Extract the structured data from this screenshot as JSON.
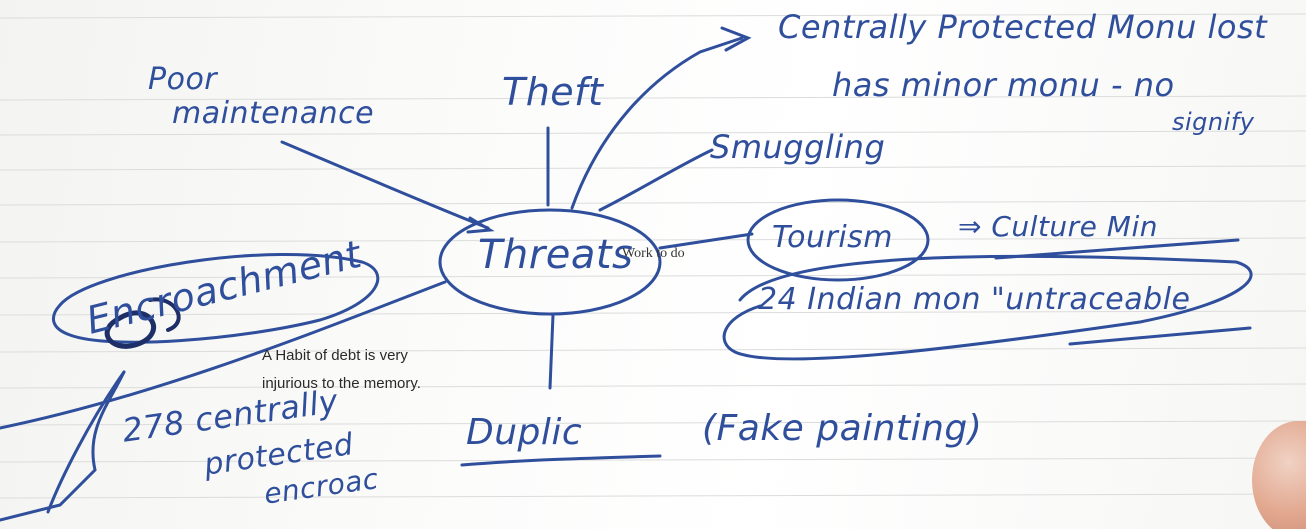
{
  "notes": {
    "center": "Threats",
    "top_right_line1": "Centrally Protected Monu lost",
    "top_right_line2": "has minor monu - no",
    "top_right_line3": "signify",
    "poor_line1": "Poor",
    "poor_line2": "maintenance",
    "theft": "Theft",
    "smuggling": "Smuggling",
    "tourism": "Tourism",
    "culture_ministry": "⇒ Culture Min",
    "indian_monuments": "24 Indian mon \"untraceable",
    "encroachment": "Encroachment",
    "centrally_protected_line1": "278 centrally",
    "centrally_protected_line2": "protected",
    "centrally_protected_line3": "encroac",
    "duplication": "Duplic",
    "fake_painting": "(Fake painting)"
  },
  "printed": {
    "quote_line1": "A Habit of debt is very",
    "quote_line2": "injurious to the memory."
  },
  "overlay": {
    "work_to_do": "Work to do"
  },
  "colors": {
    "ink": "#2f4f9c",
    "rule_line": "#d8d8d8",
    "paper": "#f7f7f5"
  }
}
